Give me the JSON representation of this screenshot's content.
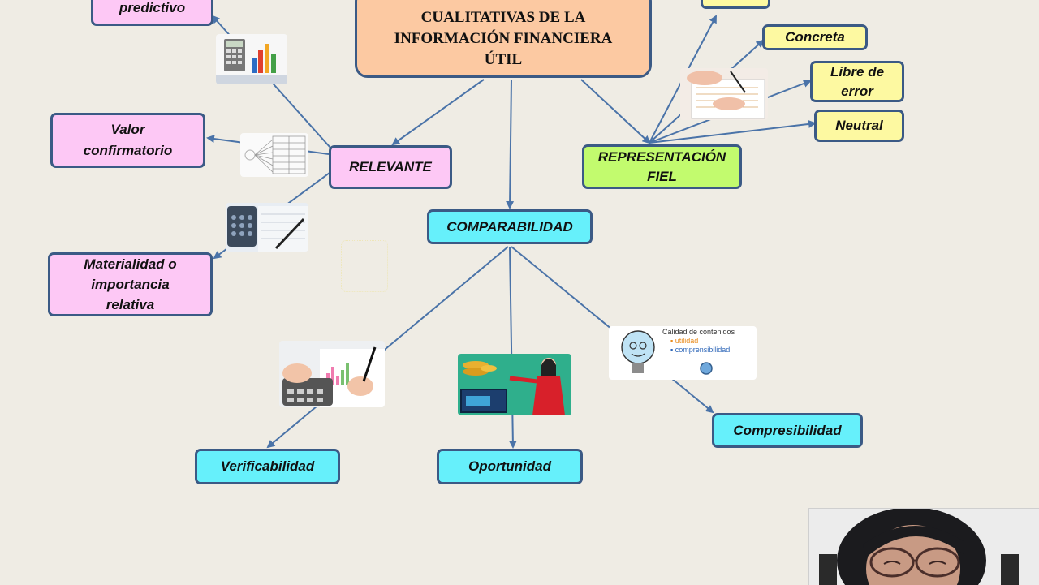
{
  "title": {
    "line1": "CUALITATIVAS  DE LA",
    "line2": "INFORMACIÓN FINANCIERA",
    "line3": "ÚTIL"
  },
  "nodes": {
    "predictivo": "predictivo",
    "valor_confirmatorio": {
      "line1": "Valor",
      "line2": "confirmatorio"
    },
    "relevante": "RELEVANTE",
    "materialidad": {
      "line1": "Materialidad o",
      "line2": "importancia",
      "line3": "relativa"
    },
    "comparabilidad": "COMPARABILIDAD",
    "verificabilidad": "Verificabilidad",
    "oportunidad": "Oportunidad",
    "compresibilidad": "Compresibilidad",
    "representacion_fiel": {
      "line1": "REPRESENTACIÓN",
      "line2": "FIEL"
    },
    "concreta": "Concreta",
    "libre_de_error": {
      "line1": "Libre de",
      "line2": "error"
    },
    "neutral": "Neutral"
  },
  "image_labels": {
    "calidad_title": "Calidad de contenidos",
    "calidad_item1": "▪ utilidad",
    "calidad_item2": "▪ comprensibilidad"
  },
  "colors": {
    "arrow": "#4a73a8",
    "border": "#3b5a85",
    "pink": "#fdc8f5",
    "cyan": "#66f0fb",
    "yellow": "#fdf9a1",
    "green": "#c2fb6e",
    "title_fill": "#fcc9a2",
    "background": "#efece4"
  }
}
